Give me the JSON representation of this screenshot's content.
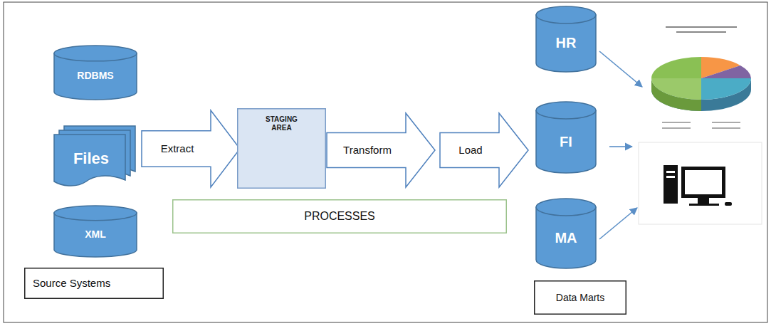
{
  "diagram": {
    "nodes": [
      {
        "text": [
          "RDBMS"
        ]
      },
      {
        "text": [
          "Files"
        ]
      },
      {
        "text": [
          "XML"
        ]
      },
      {
        "text": [
          "Source Systems"
        ]
      },
      {
        "text": [
          "Extract"
        ]
      },
      {
        "text": [
          "STAGING AREA"
        ]
      },
      {
        "text": [
          "Transform"
        ]
      },
      {
        "text": [
          "Load"
        ]
      },
      {
        "text": [
          "HR"
        ]
      },
      {
        "text": [
          "FI"
        ]
      },
      {
        "text": [
          "MA"
        ]
      },
      {
        "text": [
          "PROCESSES"
        ]
      },
      {
        "text": [
          "Data Marts"
        ]
      }
    ]
  }
}
